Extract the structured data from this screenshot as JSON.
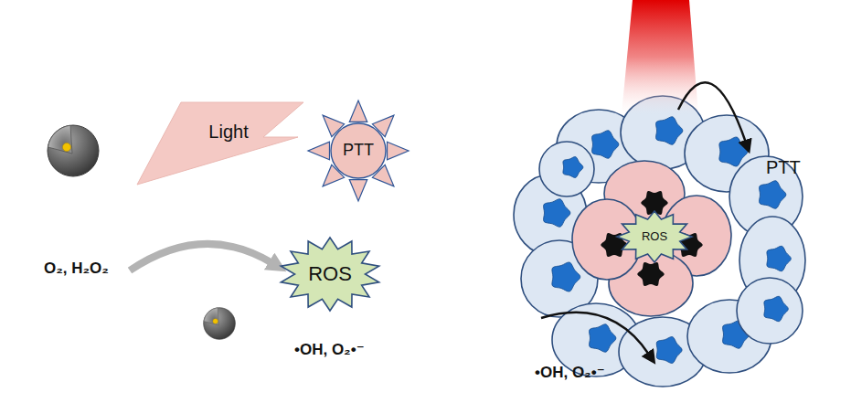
{
  "diagram": {
    "nodes": [
      {
        "text": [
          "Light"
        ]
      },
      {
        "text": [
          "PTT"
        ]
      },
      {
        "text": [
          "ROS"
        ]
      },
      {
        "text": [
          "ROS"
        ]
      }
    ],
    "labels": [
      "O₂, H₂O₂",
      "•OH, O₂•⁻",
      "PTT",
      "•OH, O₂•⁻"
    ]
  }
}
